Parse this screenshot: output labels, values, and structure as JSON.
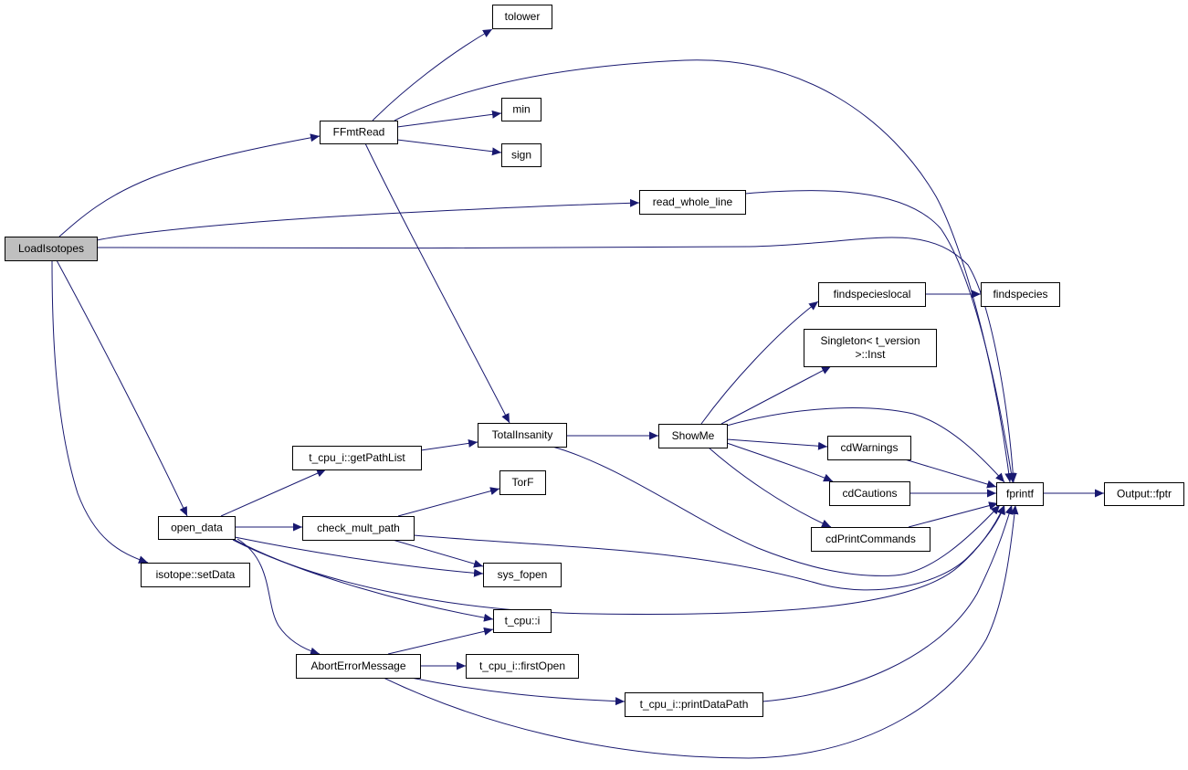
{
  "diagram": {
    "type": "call-graph",
    "colors": {
      "edge": "#191970",
      "root_fill": "#bfbfbf",
      "node_fill": "#ffffff",
      "node_stroke": "#000000"
    },
    "nodes": [
      {
        "id": "LoadIsotopes",
        "label": [
          "LoadIsotopes"
        ],
        "root": true
      },
      {
        "id": "FFmtRead",
        "label": [
          "FFmtRead"
        ]
      },
      {
        "id": "tolower",
        "label": [
          "tolower"
        ]
      },
      {
        "id": "min",
        "label": [
          "min"
        ]
      },
      {
        "id": "sign",
        "label": [
          "sign"
        ]
      },
      {
        "id": "read_whole_line",
        "label": [
          "read_whole_line"
        ]
      },
      {
        "id": "fprintf",
        "label": [
          "fprintf"
        ]
      },
      {
        "id": "Output_fptr",
        "label": [
          "Output::fptr"
        ]
      },
      {
        "id": "TotalInsanity",
        "label": [
          "TotalInsanity"
        ]
      },
      {
        "id": "ShowMe",
        "label": [
          "ShowMe"
        ]
      },
      {
        "id": "findspecieslocal",
        "label": [
          "findspecieslocal"
        ]
      },
      {
        "id": "findspecies",
        "label": [
          "findspecies"
        ]
      },
      {
        "id": "Singleton_Inst",
        "label": [
          "Singleton< t_version",
          ">::Inst"
        ]
      },
      {
        "id": "cdWarnings",
        "label": [
          "cdWarnings"
        ]
      },
      {
        "id": "cdCautions",
        "label": [
          "cdCautions"
        ]
      },
      {
        "id": "cdPrintCommands",
        "label": [
          "cdPrintCommands"
        ]
      },
      {
        "id": "getPathList",
        "label": [
          "t_cpu_i::getPathList"
        ]
      },
      {
        "id": "open_data",
        "label": [
          "open_data"
        ]
      },
      {
        "id": "check_mult_path",
        "label": [
          "check_mult_path"
        ]
      },
      {
        "id": "TorF",
        "label": [
          "TorF"
        ]
      },
      {
        "id": "sys_fopen",
        "label": [
          "sys_fopen"
        ]
      },
      {
        "id": "t_cpu_i",
        "label": [
          "t_cpu::i"
        ]
      },
      {
        "id": "isotope_setData",
        "label": [
          "isotope::setData"
        ]
      },
      {
        "id": "AbortErrorMessage",
        "label": [
          "AbortErrorMessage"
        ]
      },
      {
        "id": "firstOpen",
        "label": [
          "t_cpu_i::firstOpen"
        ]
      },
      {
        "id": "printDataPath",
        "label": [
          "t_cpu_i::printDataPath"
        ]
      }
    ],
    "edges": [
      [
        "LoadIsotopes",
        "FFmtRead"
      ],
      [
        "LoadIsotopes",
        "read_whole_line"
      ],
      [
        "LoadIsotopes",
        "fprintf"
      ],
      [
        "LoadIsotopes",
        "open_data"
      ],
      [
        "LoadIsotopes",
        "isotope_setData"
      ],
      [
        "FFmtRead",
        "tolower"
      ],
      [
        "FFmtRead",
        "fprintf"
      ],
      [
        "FFmtRead",
        "min"
      ],
      [
        "FFmtRead",
        "sign"
      ],
      [
        "FFmtRead",
        "TotalInsanity"
      ],
      [
        "read_whole_line",
        "fprintf"
      ],
      [
        "TotalInsanity",
        "ShowMe"
      ],
      [
        "TotalInsanity",
        "fprintf"
      ],
      [
        "ShowMe",
        "findspecieslocal"
      ],
      [
        "ShowMe",
        "Singleton_Inst"
      ],
      [
        "ShowMe",
        "fprintf"
      ],
      [
        "ShowMe",
        "cdWarnings"
      ],
      [
        "ShowMe",
        "cdCautions"
      ],
      [
        "ShowMe",
        "cdPrintCommands"
      ],
      [
        "findspecieslocal",
        "findspecies"
      ],
      [
        "cdWarnings",
        "fprintf"
      ],
      [
        "cdCautions",
        "fprintf"
      ],
      [
        "cdPrintCommands",
        "fprintf"
      ],
      [
        "fprintf",
        "Output_fptr"
      ],
      [
        "getPathList",
        "TotalInsanity"
      ],
      [
        "open_data",
        "getPathList"
      ],
      [
        "open_data",
        "check_mult_path"
      ],
      [
        "open_data",
        "sys_fopen"
      ],
      [
        "open_data",
        "t_cpu_i"
      ],
      [
        "open_data",
        "AbortErrorMessage"
      ],
      [
        "open_data",
        "fprintf"
      ],
      [
        "check_mult_path",
        "TorF"
      ],
      [
        "check_mult_path",
        "sys_fopen"
      ],
      [
        "check_mult_path",
        "fprintf"
      ],
      [
        "AbortErrorMessage",
        "t_cpu_i"
      ],
      [
        "AbortErrorMessage",
        "firstOpen"
      ],
      [
        "AbortErrorMessage",
        "printDataPath"
      ],
      [
        "AbortErrorMessage",
        "fprintf"
      ],
      [
        "printDataPath",
        "fprintf"
      ]
    ]
  }
}
